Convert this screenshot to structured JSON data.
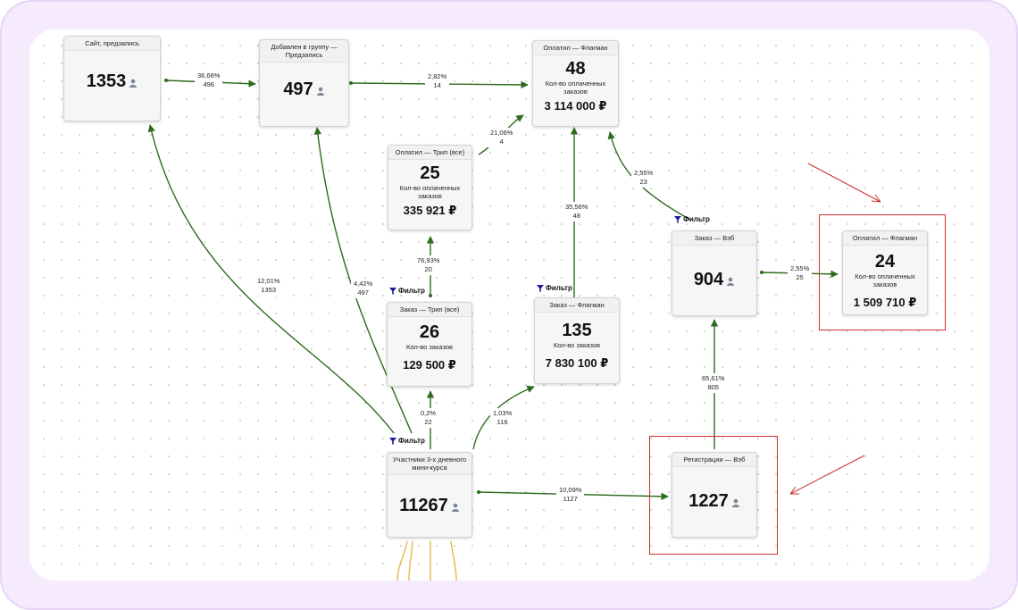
{
  "nodes": {
    "site": {
      "title": "Сайт, предзапись",
      "count": "1353"
    },
    "group": {
      "title": "Добавлен в группу — Предзапись",
      "count": "497"
    },
    "paid_flag": {
      "title": "Оплатил — Флагман",
      "count": "48",
      "metric": "Кол-во оплаченных заказов",
      "money": "3 114 000 ₽"
    },
    "paid_trip": {
      "title": "Оплатил — Трип (все)",
      "count": "25",
      "metric": "Кол-во оплаченных заказов",
      "money": "335 921 ₽"
    },
    "order_trip": {
      "title": "Заказ — Трип (все)",
      "count": "26",
      "metric": "Кол-во заказов",
      "money": "129 500 ₽"
    },
    "order_flag": {
      "title": "Заказ — Флагман",
      "count": "135",
      "metric": "Кол-во заказов",
      "money": "7 830 100 ₽"
    },
    "order_web": {
      "title": "Заказ — Вэб",
      "count": "904"
    },
    "paid_flag2": {
      "title": "Оплатил — Флагман",
      "count": "24",
      "metric": "Кол-во оплаченных заказов",
      "money": "1 509 710 ₽"
    },
    "participants": {
      "title": "Участники 3-х дневного мини-курса",
      "count": "11267"
    },
    "reg_web": {
      "title": "Регистрации — Вэб",
      "count": "1227"
    }
  },
  "edges": {
    "site_group": {
      "pct": "36,66%",
      "n": "496"
    },
    "group_paid_flag": {
      "pct": "2,82%",
      "n": "14"
    },
    "trip_paid_flag": {
      "pct": "21,06%",
      "n": "4"
    },
    "web_paid_flag": {
      "pct": "2,55%",
      "n": "23"
    },
    "flag_order_paid": {
      "pct": "35,56%",
      "n": "48"
    },
    "trip_order_paid": {
      "pct": "76,93%",
      "n": "20"
    },
    "web_paid_flag2": {
      "pct": "2,55%",
      "n": "25"
    },
    "part_site": {
      "pct": "12,01%",
      "n": "1353"
    },
    "part_group": {
      "pct": "4,42%",
      "n": "497"
    },
    "part_trip": {
      "pct": "0,2%",
      "n": "22"
    },
    "part_flag": {
      "pct": "1,03%",
      "n": "116"
    },
    "reg_web": {
      "pct": "65,61%",
      "n": "805"
    },
    "part_reg": {
      "pct": "10,09%",
      "n": "1127"
    }
  },
  "filter_label": "Фильтр",
  "colors": {
    "wire": "#2e6b1f",
    "incoming": "#e9b54a",
    "highlight": "#c9302c",
    "filter": "#1a1a9e"
  }
}
